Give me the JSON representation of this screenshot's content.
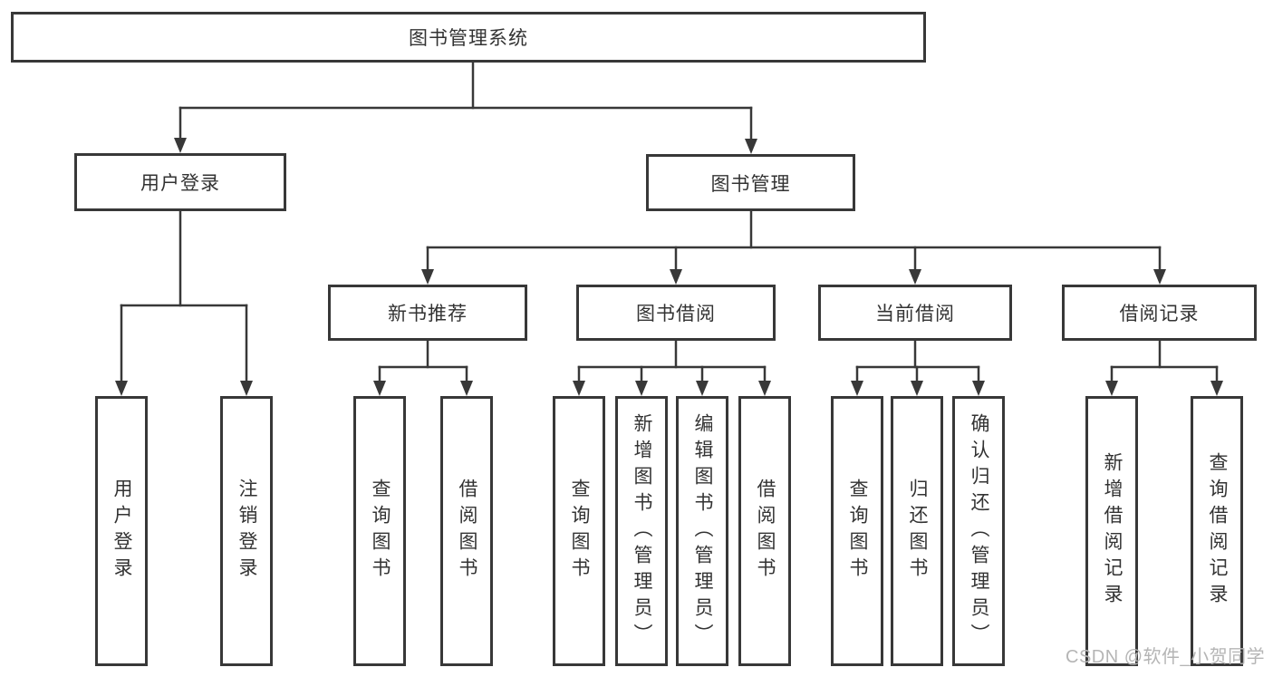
{
  "diagram_type": "hierarchy-tree",
  "colors": {
    "background": "#ffffff",
    "line": "#383838",
    "box_border": "#383838",
    "box_fill": "#ffffff",
    "text": "#333333",
    "watermark": "#b5b5b5"
  },
  "tree": {
    "label": "图书管理系统",
    "children": [
      {
        "label": "用户登录",
        "children": [
          {
            "label": "用户登录"
          },
          {
            "label": "注销登录"
          }
        ]
      },
      {
        "label": "图书管理",
        "children": [
          {
            "label": "新书推荐",
            "children": [
              {
                "label": "查询图书"
              },
              {
                "label": "借阅图书"
              }
            ]
          },
          {
            "label": "图书借阅",
            "children": [
              {
                "label": "查询图书"
              },
              {
                "label": "新增图书（管理员）"
              },
              {
                "label": "编辑图书（管理员）"
              },
              {
                "label": "借阅图书"
              }
            ]
          },
          {
            "label": "当前借阅",
            "children": [
              {
                "label": "查询图书"
              },
              {
                "label": "归还图书"
              },
              {
                "label": "确认归还（管理员）"
              }
            ]
          },
          {
            "label": "借阅记录",
            "children": [
              {
                "label": "新增借阅记录"
              },
              {
                "label": "查询借阅记录"
              }
            ]
          }
        ]
      }
    ]
  },
  "watermark": {
    "text": "CSDN @软件_小贺同学"
  }
}
